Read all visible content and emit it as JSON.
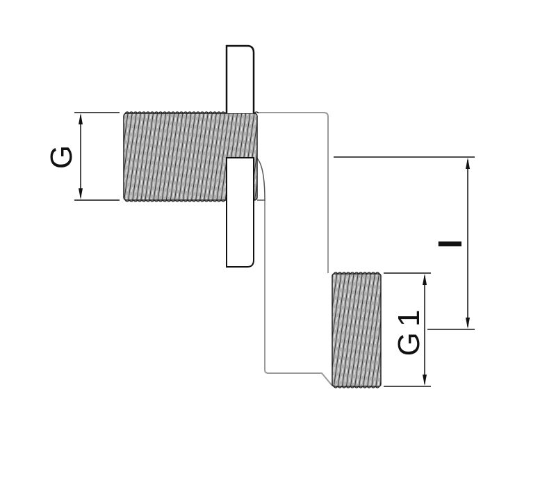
{
  "labels": {
    "g": "G",
    "g1": "G1",
    "i": "I"
  },
  "colors": {
    "line": "#111111",
    "outline_gray": "#9a9a9a",
    "thread_fill": "#a8a8a8"
  }
}
